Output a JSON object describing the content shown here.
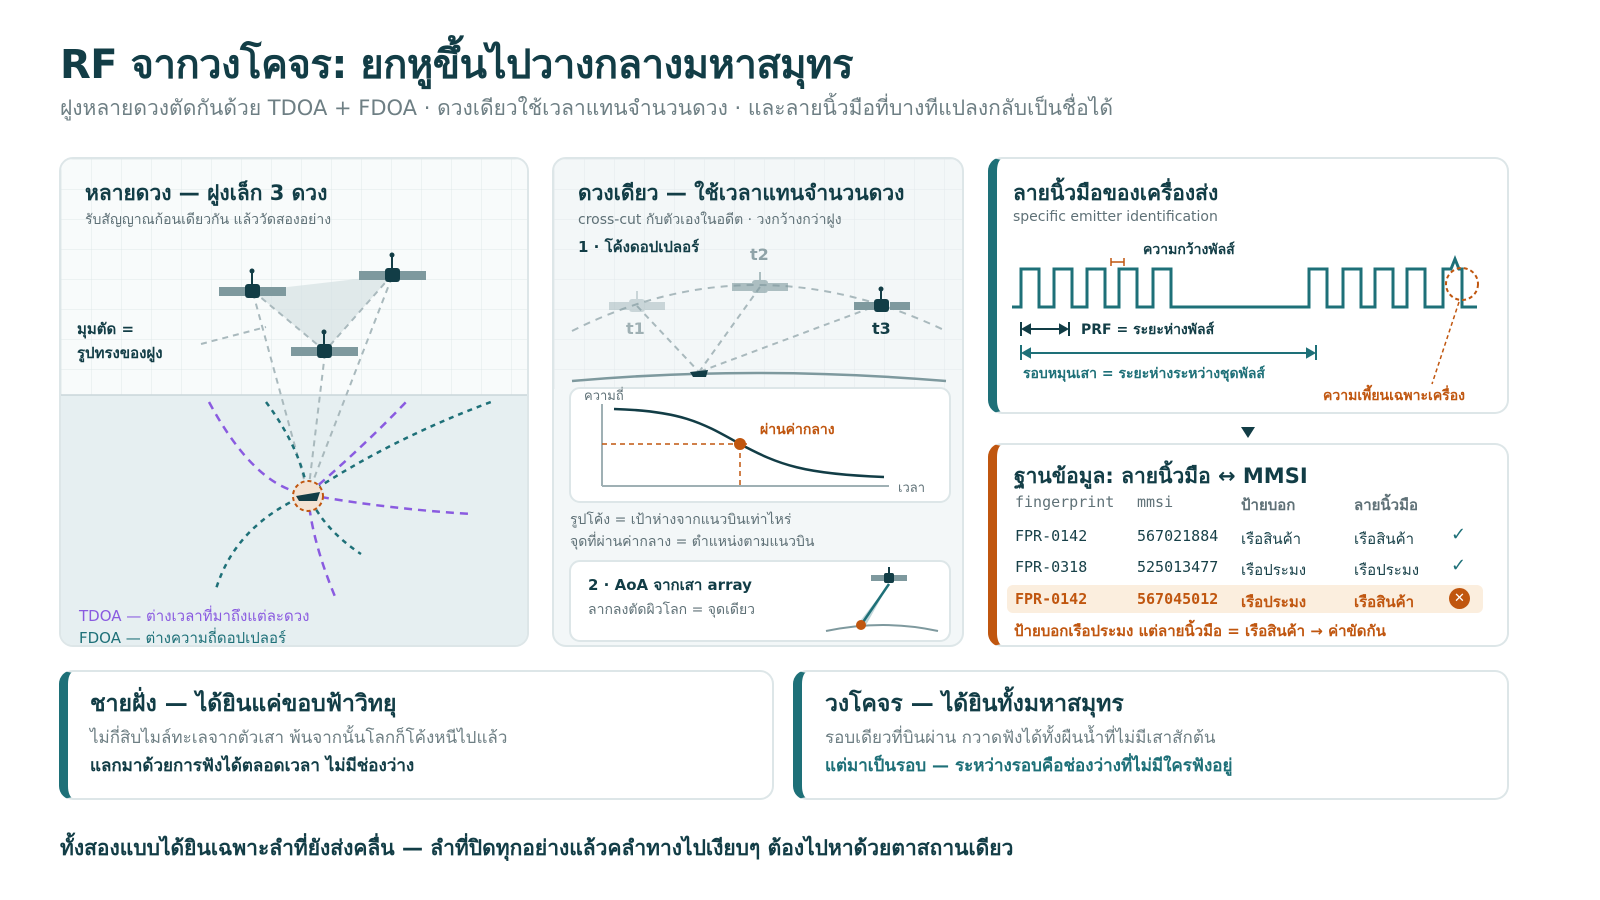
{
  "title": "RF จากวงโคจร: ยกหูขึ้นไปวางกลางมหาสมุทร",
  "subtitle": "ฝูงหลายดวงตัดกันด้วย TDOA + FDOA · ดวงเดียวใช้เวลาแทนจำนวนดวง · และลายนิ้วมือที่บางทีแปลงกลับเป็นชื่อได้",
  "panel_multi": {
    "title": "หลายดวง — ฝูงเล็ก 3 ดวง",
    "subtitle": "รับสัญญาณก้อนเดียวกัน แล้ววัดสองอย่าง",
    "angle_label_1": "มุมตัด =",
    "angle_label_2": "รูปทรงของฝูง",
    "tdoa_label": "TDOA — ต่างเวลาที่มาถึงแต่ละดวง",
    "fdoa_label": "FDOA — ต่างความถี่ดอปเปลอร์"
  },
  "panel_single": {
    "title": "ดวงเดียว — ใช้เวลาแทนจำนวนดวง",
    "subtitle": "cross-cut กับตัวเองในอดีต · วงกว้างกว่าฝูง",
    "section1": "1 · โค้งดอปเปลอร์",
    "t1": "t1",
    "t2": "t2",
    "t3": "t3",
    "freq_axis": "ความถี่",
    "time_axis": "เวลา",
    "midpoint_label": "ผ่านค่ากลาง",
    "curve_note_1": "รูปโค้ง = เป้าห่างจากแนวบินเท่าไหร่",
    "curve_note_2": "จุดที่ผ่านค่ากลาง = ตำแหน่งตามแนวบิน",
    "section2": "2 · AoA จากเสา array",
    "aoa_note": "ลากลงตัดผิวโลก = จุดเดียว"
  },
  "panel_fingerprint": {
    "title": "ลายนิ้วมือของเครื่องส่ง",
    "subtitle": "specific emitter identification",
    "pulse_width": "ความกว้างพัลส์",
    "prf": "PRF = ระยะห่างพัลส์",
    "rotation": "รอบหมุนเสา = ระยะห่างระหว่างชุดพัลส์",
    "deviation": "ความเพี้ยนเฉพาะเครื่อง"
  },
  "panel_db": {
    "title": "ฐานข้อมูล: ลายนิ้วมือ ↔ MMSI",
    "headers": [
      "fingerprint",
      "mmsi",
      "ป้ายบอก",
      "ลายนิ้วมือ"
    ],
    "rows": [
      {
        "fingerprint": "FPR-0142",
        "mmsi": "567021884",
        "label": "เรือสินค้า",
        "print": "เรือสินค้า",
        "status": "✓"
      },
      {
        "fingerprint": "FPR-0318",
        "mmsi": "525013477",
        "label": "เรือประมง",
        "print": "เรือประมง",
        "status": "✓"
      },
      {
        "fingerprint": "FPR-0142",
        "mmsi": "567045012",
        "label": "เรือประมง",
        "print": "เรือสินค้า",
        "status": "✕"
      }
    ],
    "conclusion": "ป้ายบอกเรือประมง แต่ลายนิ้วมือ = เรือสินค้า → ค่าขัดกัน"
  },
  "coast": {
    "title": "ชายฝั่ง — ได้ยินแค่ขอบฟ้าวิทยุ",
    "line1": "ไม่กี่สิบไมล์ทะเลจากตัวเสา พ้นจากนั้นโลกก็โค้งหนีไปแล้ว",
    "line2": "แลกมาด้วยการฟังได้ตลอดเวลา ไม่มีช่องว่าง"
  },
  "orbit": {
    "title": "วงโคจร — ได้ยินทั้งมหาสมุทร",
    "line1": "รอบเดียวที่บินผ่าน กวาดฟังได้ทั้งผืนน้ำที่ไม่มีเสาสักต้น",
    "line2": "แต่มาเป็นรอบ — ระหว่างรอบคือช่องว่างที่ไม่มีใครฟังอยู่"
  },
  "footer": "ทั้งสองแบบได้ยินเฉพาะลำที่ยังส่งคลื่น — ลำที่ปิดทุกอย่างแล้วคลำทางไปเงียบๆ ต้องไปหาด้วยตาสถานเดียว",
  "colors": {
    "teal": "#1e7078",
    "navy": "#123d46",
    "orange": "#c0560f",
    "purple": "#8a5be0",
    "highlight": "#fbeede"
  }
}
